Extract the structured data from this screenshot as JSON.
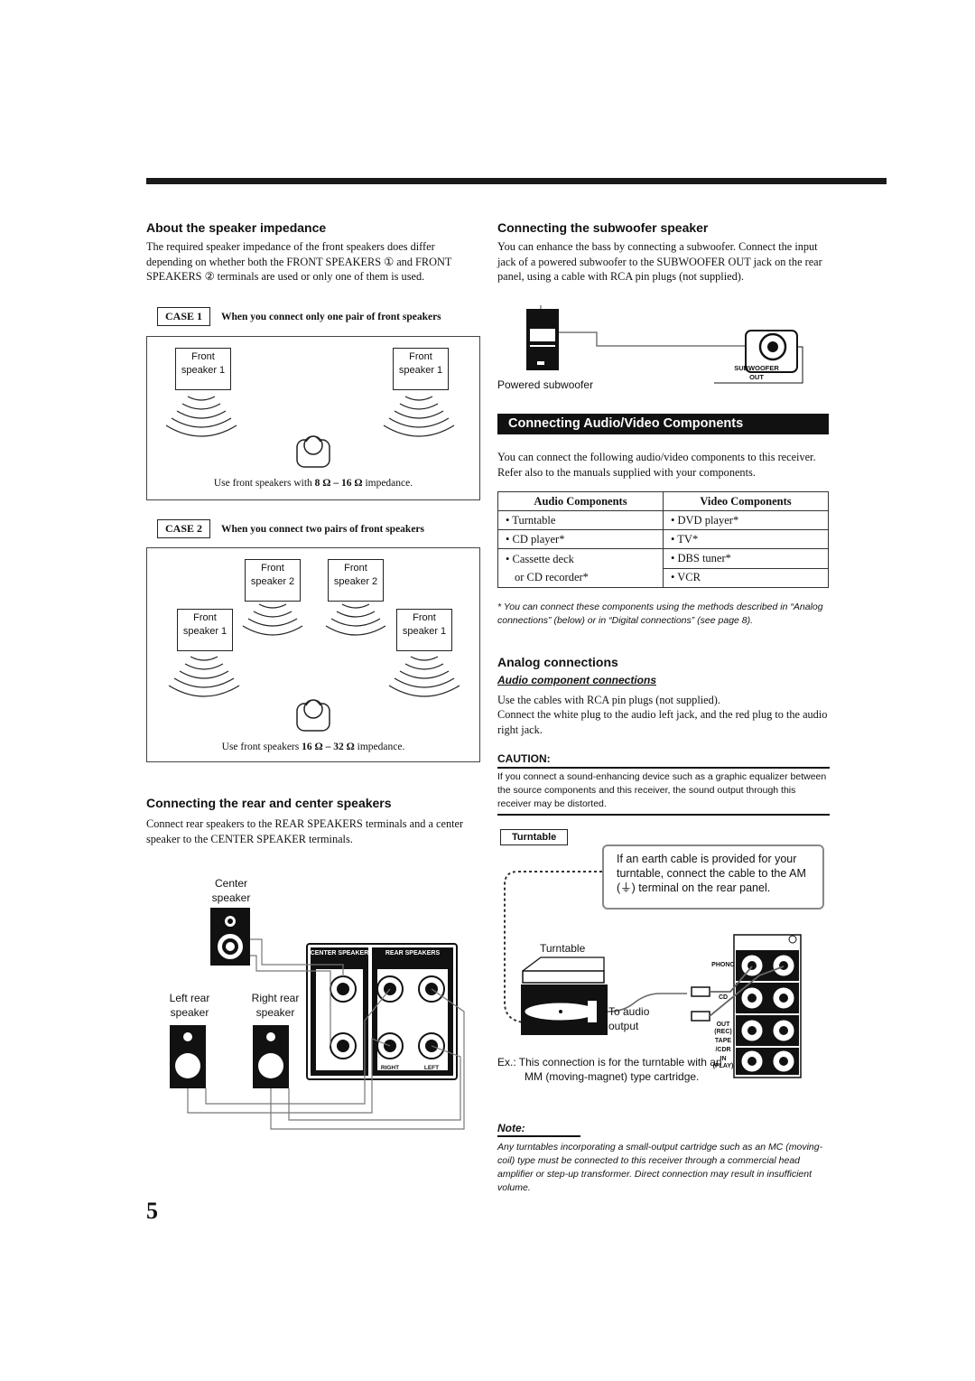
{
  "speaker_impedance": {
    "heading": "About the speaker impedance",
    "body": "The required speaker impedance of the front speakers does differ depending on whether both the FRONT SPEAKERS ① and FRONT SPEAKERS ② terminals are used or only one of them is used.",
    "case1": {
      "tag": "CASE 1",
      "desc": "When you connect only one pair of front speakers",
      "speaker_label": "Front speaker 1",
      "caption_pre": "Use front speakers with ",
      "caption_bold": "8 Ω – 16 Ω",
      "caption_post": " impedance."
    },
    "case2": {
      "tag": "CASE 2",
      "desc": "When you connect two pairs of front speakers",
      "speaker_label_1": "Front speaker 1",
      "speaker_label_2": "Front speaker 2",
      "caption_pre": "Use front speakers ",
      "caption_bold": "16 Ω – 32 Ω",
      "caption_post": " impedance."
    }
  },
  "rear_center": {
    "heading": "Connecting the rear and center speakers",
    "body": "Connect rear speakers to the REAR SPEAKERS terminals and a center speaker to the CENTER SPEAKER terminals.",
    "center_label": "Center speaker",
    "left_rear_label": "Left rear speaker",
    "right_rear_label": "Right rear speaker",
    "panel_center": "CENTER SPEAKER",
    "panel_rear": "REAR SPEAKERS",
    "panel_right": "RIGHT",
    "panel_left": "LEFT"
  },
  "subwoofer": {
    "heading": "Connecting the subwoofer speaker",
    "body": "You can enhance the bass by connecting a subwoofer. Connect the input jack of a powered subwoofer to the SUBWOOFER OUT jack on the rear panel, using a cable with RCA pin plugs (not supplied).",
    "powered_label": "Powered subwoofer",
    "jack_label_1": "SUBWOOFER",
    "jack_label_2": "OUT"
  },
  "av_section": {
    "banner": "Connecting Audio/Video Components",
    "intro": "You can connect the following audio/video components to this receiver. Refer also to the manuals supplied with your components.",
    "table_headers": [
      "Audio Components",
      "Video Components"
    ],
    "audio_items": [
      "• Turntable",
      "• CD player*",
      "• Cassette deck",
      "or CD recorder*"
    ],
    "video_items": [
      "• DVD player*",
      "• TV*",
      "• DBS tuner*",
      "• VCR"
    ],
    "footnote": "* You can connect these components using the methods described in “Analog connections” (below) or in “Digital connections” (see page 8)."
  },
  "analog": {
    "heading": "Analog connections",
    "subheading": "Audio component connections",
    "body1": "Use the cables with RCA pin plugs (not supplied).",
    "body2": "Connect the white plug to the audio left jack, and the red plug to the audio right jack.",
    "caution_title": "CAUTION:",
    "caution_text": "If you connect a sound-enhancing device such as a graphic equalizer between the source components and this receiver, the sound output through this receiver may be distorted."
  },
  "turntable": {
    "tag": "Turntable",
    "earth_note": "If an earth cable is provided for your turntable, connect the cable to the AM (⏚) terminal on the rear panel.",
    "label": "Turntable",
    "to_audio": "To audio output",
    "example": "Ex.: This connection is for the turntable with an MM (moving-magnet) type cartridge.",
    "panel_phono": "PHONO",
    "panel_cd": "CD",
    "panel_out": "OUT",
    "panel_rec": "(REC)",
    "panel_tape": "TAPE",
    "panel_cdr": "/CDR",
    "panel_in": "IN",
    "panel_play": "(PLAY)"
  },
  "note": {
    "title": "Note:",
    "text": "Any turntables incorporating a small-output cartridge such as an MC (moving-coil) type must be connected to this receiver through a commercial head amplifier or step-up transformer. Direct connection may result in insufficient volume."
  },
  "page_number": "5"
}
